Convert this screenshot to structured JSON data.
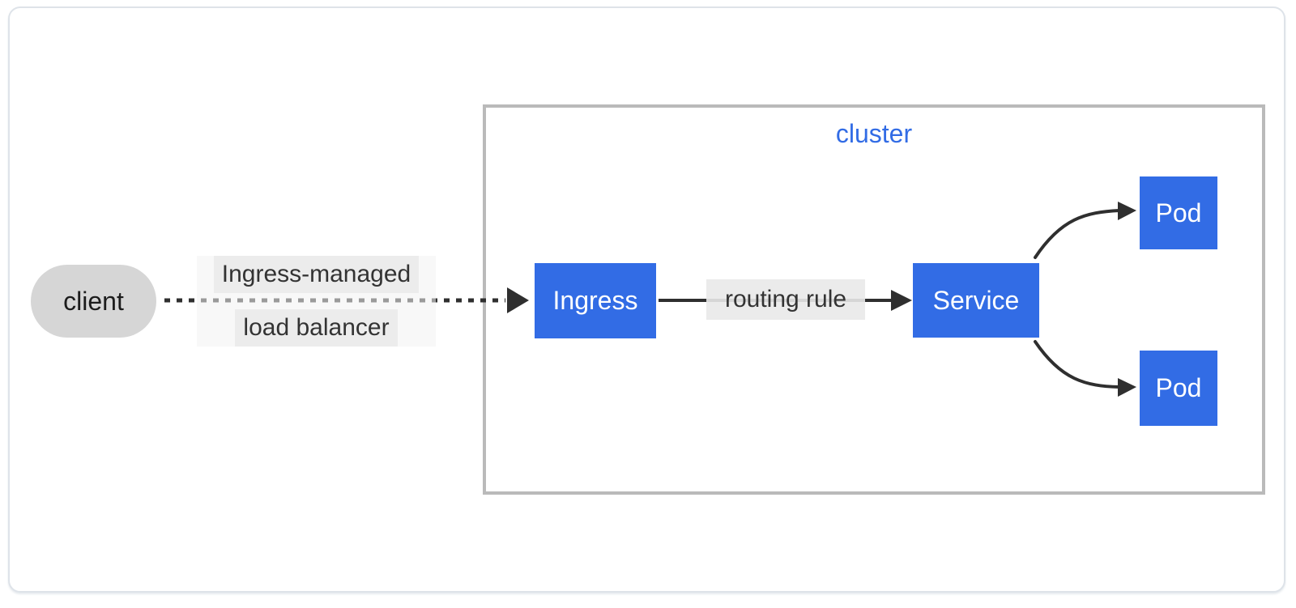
{
  "page": {
    "background_color": "#ffffff",
    "frame_border_color": "#dee3e9"
  },
  "cluster": {
    "label": "cluster",
    "label_color": "#326ce5",
    "border_color": "#bababa"
  },
  "nodes": {
    "client": {
      "label": "client",
      "fill": "#d6d6d6",
      "text_color": "#1c1c1c",
      "shape": "stadium"
    },
    "ingress": {
      "label": "Ingress",
      "fill": "#326ce5",
      "text_color": "#ffffff",
      "shape": "rect"
    },
    "service": {
      "label": "Service",
      "fill": "#326ce5",
      "text_color": "#ffffff",
      "shape": "rect"
    },
    "pod1": {
      "label": "Pod",
      "fill": "#326ce5",
      "text_color": "#ffffff",
      "shape": "rect"
    },
    "pod2": {
      "label": "Pod",
      "fill": "#326ce5",
      "text_color": "#ffffff",
      "shape": "rect"
    }
  },
  "edges": {
    "color": "#2f2f2f",
    "label_bg": "#ececec",
    "label_text_color": "#333333",
    "client_to_ingress": {
      "style": "dashed",
      "label_line1": "Ingress-managed",
      "label_line2": "load balancer"
    },
    "ingress_to_service": {
      "style": "solid",
      "label": "routing rule"
    },
    "service_to_pod1": {
      "style": "curved",
      "label": ""
    },
    "service_to_pod2": {
      "style": "curved",
      "label": ""
    }
  }
}
